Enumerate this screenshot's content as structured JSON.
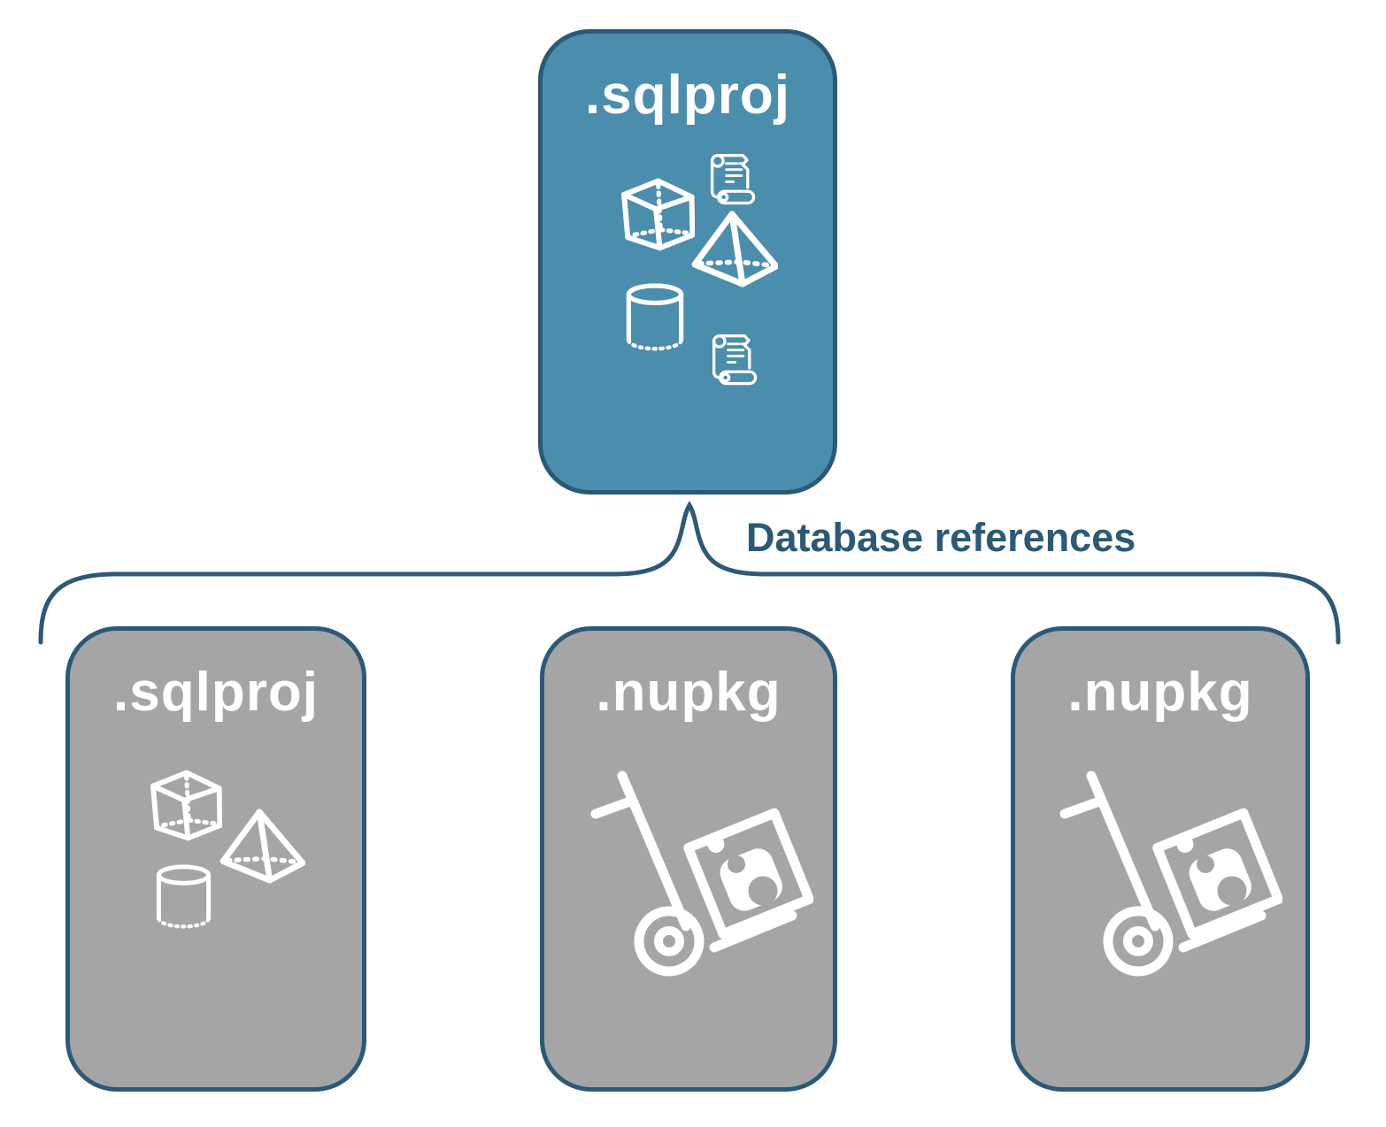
{
  "diagram": {
    "root": {
      "title": ".sqlproj",
      "icons": [
        "cube-icon",
        "scroll-icon",
        "pyramid-icon",
        "cylinder-icon",
        "scroll-icon"
      ]
    },
    "connector_label": "Database references",
    "children": [
      {
        "title": ".sqlproj",
        "icons": [
          "cube-icon",
          "pyramid-icon",
          "cylinder-icon"
        ]
      },
      {
        "title": ".nupkg",
        "icons": [
          "handtruck-package-icon"
        ]
      },
      {
        "title": ".nupkg",
        "icons": [
          "handtruck-package-icon"
        ]
      }
    ],
    "colors": {
      "root_fill": "#4B8DAC",
      "child_fill": "#A5A5A5",
      "outline": "#2B5977",
      "icon": "#FFFFFF"
    }
  }
}
